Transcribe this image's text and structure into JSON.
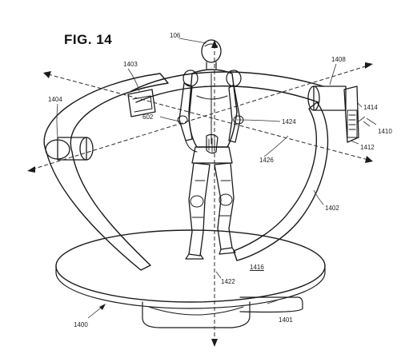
{
  "figure": {
    "title": "FIG. 14",
    "ink_color": "#1b1b1b",
    "background_color": "#ffffff"
  },
  "labels": {
    "l106": "106",
    "l1403": "1403",
    "l1408": "1408",
    "l1404": "1404",
    "l1414": "1414",
    "l602": "602",
    "l1424": "1424",
    "l1410": "1410",
    "l1412": "1412",
    "l1426": "1426",
    "l1402": "1402",
    "l1416": "1416",
    "l1422": "1422",
    "l1400": "1400",
    "l1401": "1401"
  }
}
